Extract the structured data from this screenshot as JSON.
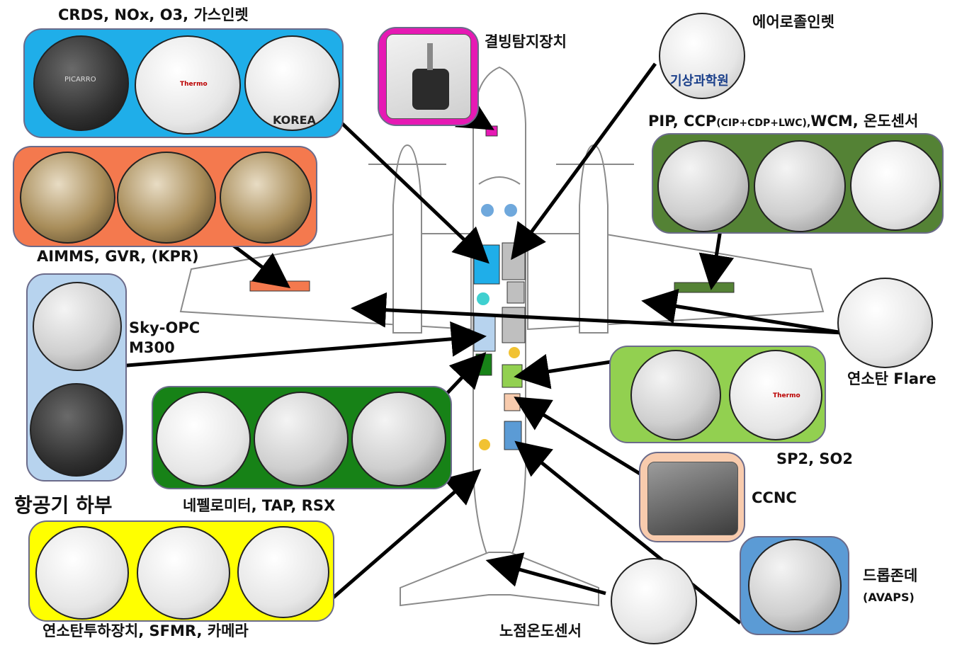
{
  "labels": {
    "crds": "CRDS, NOx, O3, 가스인렛",
    "icing": "결빙탐지장치",
    "aerosol_inlet": "에어로졸인렛",
    "pip_a": "PIP, CCP",
    "pip_b": "(CIP+CDP+LWC),",
    "pip_c": "WCM, 온도센서",
    "aimms": "AIMMS, GVR, (KPR)",
    "skyopc_1": "Sky-OPC",
    "skyopc_2": "M300",
    "flare": "연소탄 Flare",
    "sp2": "SP2, SO2",
    "ccnc": "CCNC",
    "neph": "네펠로미터, TAP, RSX",
    "underside": "항공기 하부",
    "drop_release": "연소탄투하장치, SFMR, 카메라",
    "dewpoint": "노점온도센서",
    "dropsonde": "드롭존데",
    "avaps": "(AVAPS)"
  },
  "photo_text": {
    "picarro": "PICARRO",
    "korea": "KOREA",
    "thermo": "Thermo",
    "institute": "기상과학원"
  },
  "colors": {
    "blue_box": "#1faee9",
    "orange_box": "#f4794e",
    "magenta_box": "#e619b4",
    "lightblue_box": "#b7d3ee",
    "green_box": "#548235",
    "darkgreen_box": "#178217",
    "lightgreen_box": "#92d050",
    "peach_box": "#f8cbad",
    "yellow_box": "#ffff00",
    "steel_box": "#5b9bd5",
    "aircraft_outline": "#888888",
    "arrow": "#000000"
  }
}
